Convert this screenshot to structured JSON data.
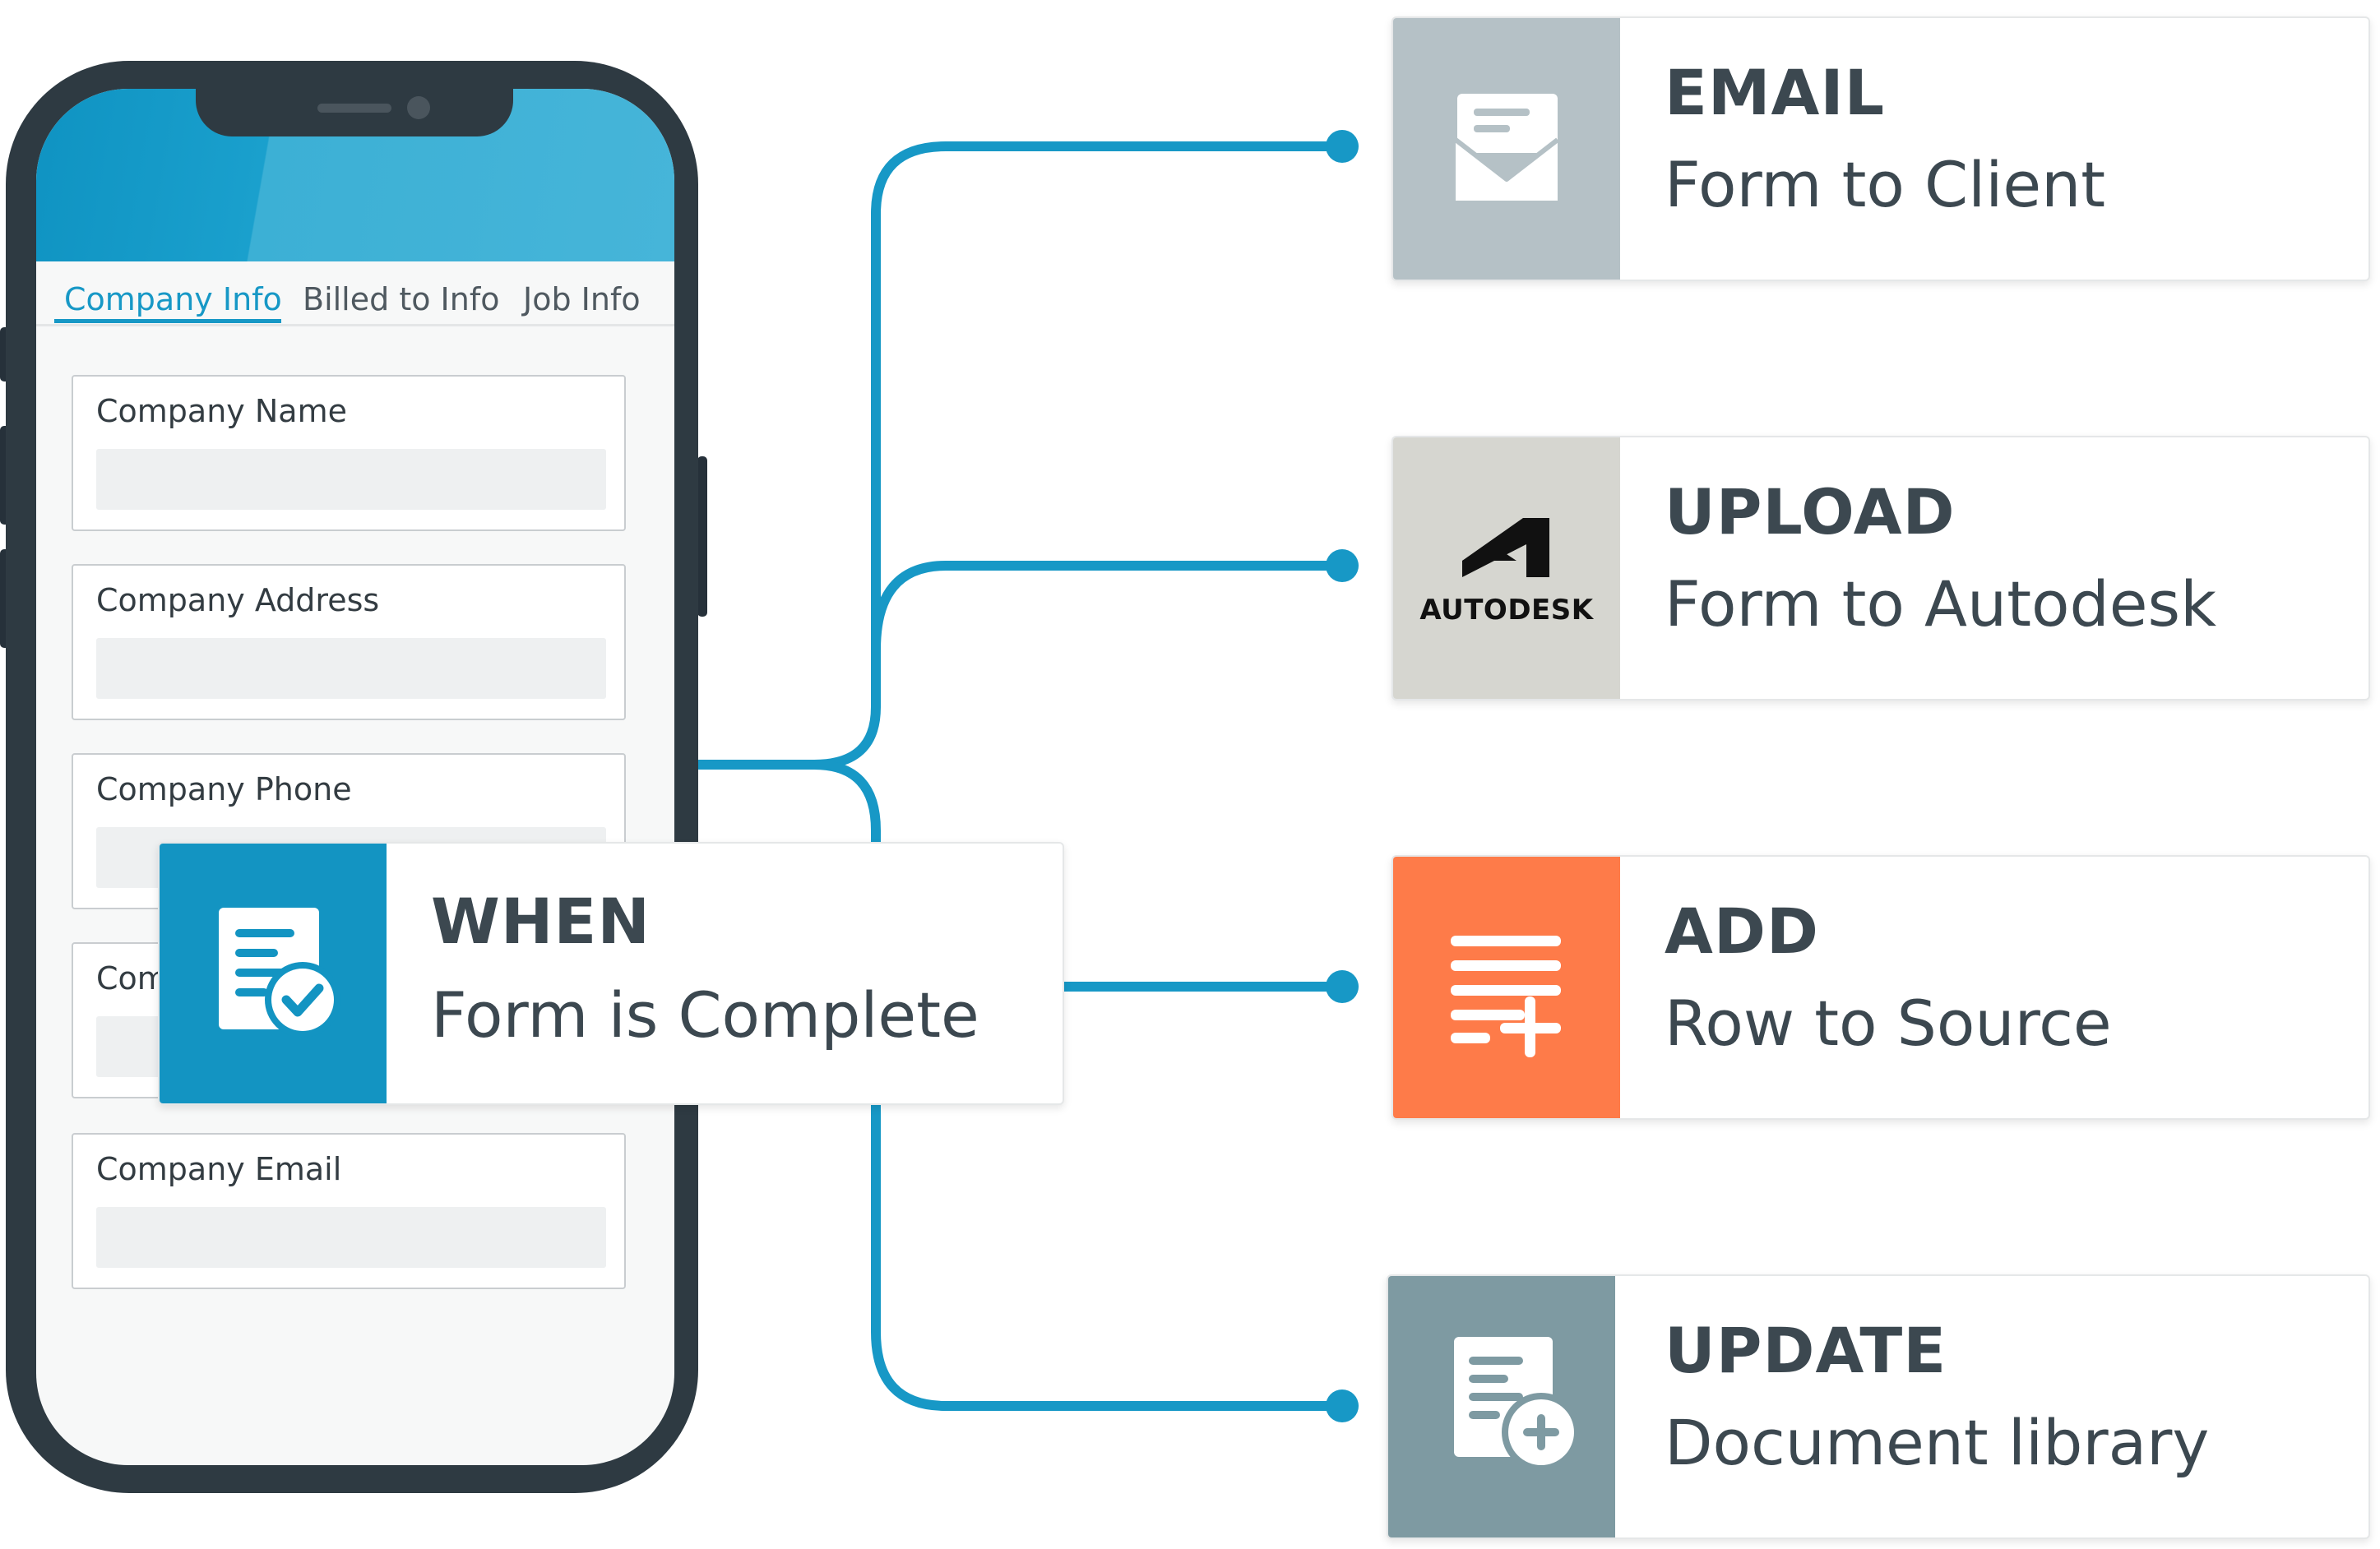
{
  "colors": {
    "connector": "#1798c6",
    "trigger_icon_bg": "#1394c2",
    "email_icon_bg": "#b5c1c6",
    "upload_icon_bg": "#d6d6d0",
    "add_icon_bg": "#fe7b49",
    "update_icon_bg": "#7e9aa2",
    "text": "#3c4850",
    "tab_active": "#1798c6"
  },
  "phone": {
    "tabs": [
      "Company Info",
      "Billed to Info",
      "Job Info"
    ],
    "active_tab": "Company Info",
    "fields": [
      {
        "label": "Company Name",
        "value": ""
      },
      {
        "label": "Company Address",
        "value": ""
      },
      {
        "label": "Company Phone",
        "value": ""
      },
      {
        "label": "Com",
        "value": ""
      },
      {
        "label": "Company Email",
        "value": ""
      }
    ]
  },
  "trigger": {
    "title": "WHEN",
    "subtitle": "Form is Complete",
    "icon": "form-check-icon"
  },
  "actions": [
    {
      "title": "EMAIL",
      "subtitle": "Form to Client",
      "icon": "envelope-icon"
    },
    {
      "title": "UPLOAD",
      "subtitle": "Form to Autodesk",
      "icon": "autodesk-logo",
      "logo_text": "AUTODESK"
    },
    {
      "title": "ADD",
      "subtitle": "Row to Source",
      "icon": "list-add-icon"
    },
    {
      "title": "UPDATE",
      "subtitle": "Document library",
      "icon": "document-add-icon"
    }
  ]
}
